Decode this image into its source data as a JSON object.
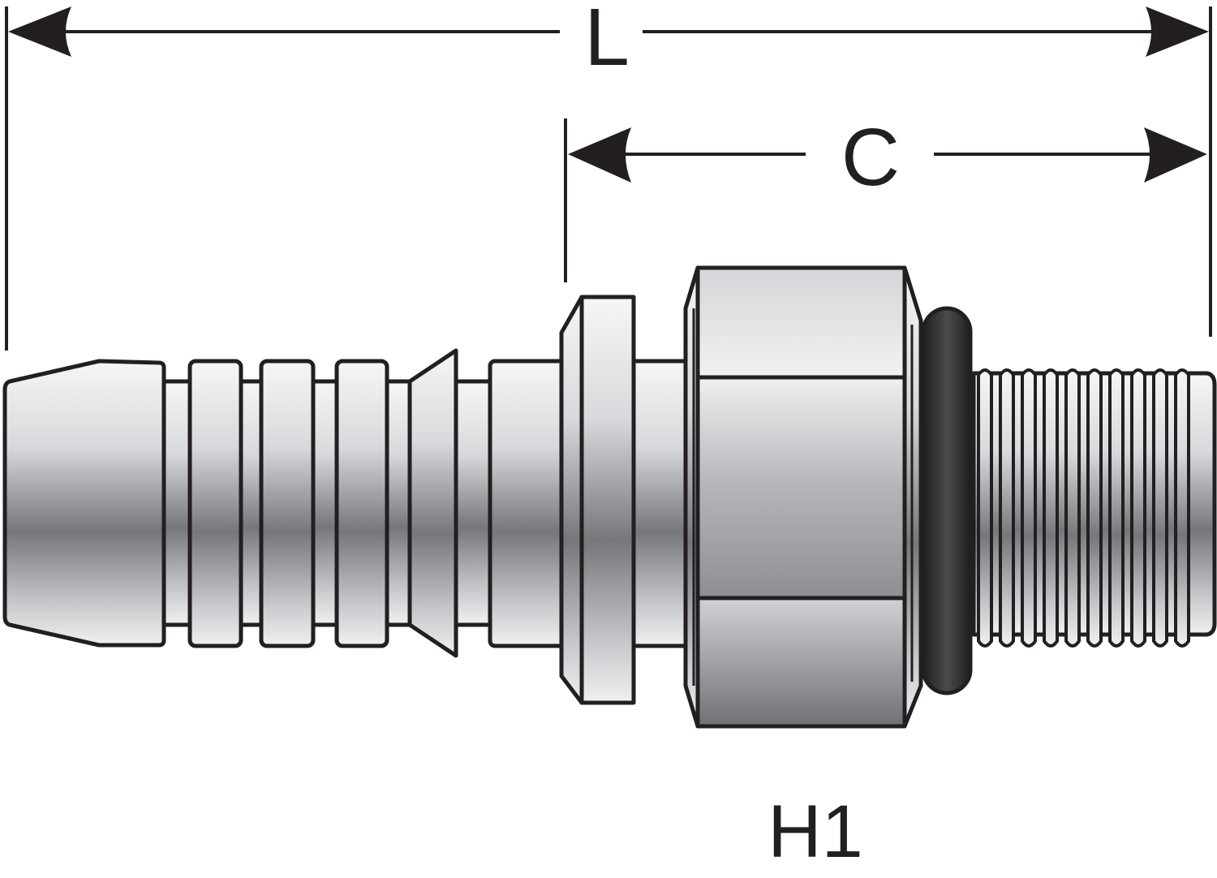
{
  "labels": {
    "overall_length": "L",
    "cutoff_length": "C",
    "hex_size": "H1"
  },
  "colors": {
    "outline": "#231f20",
    "metal_light": "#f4f4f5",
    "metal_mid": "#b9bbbf",
    "metal_dark": "#6d6f73",
    "oring": "#2b2b2d"
  }
}
